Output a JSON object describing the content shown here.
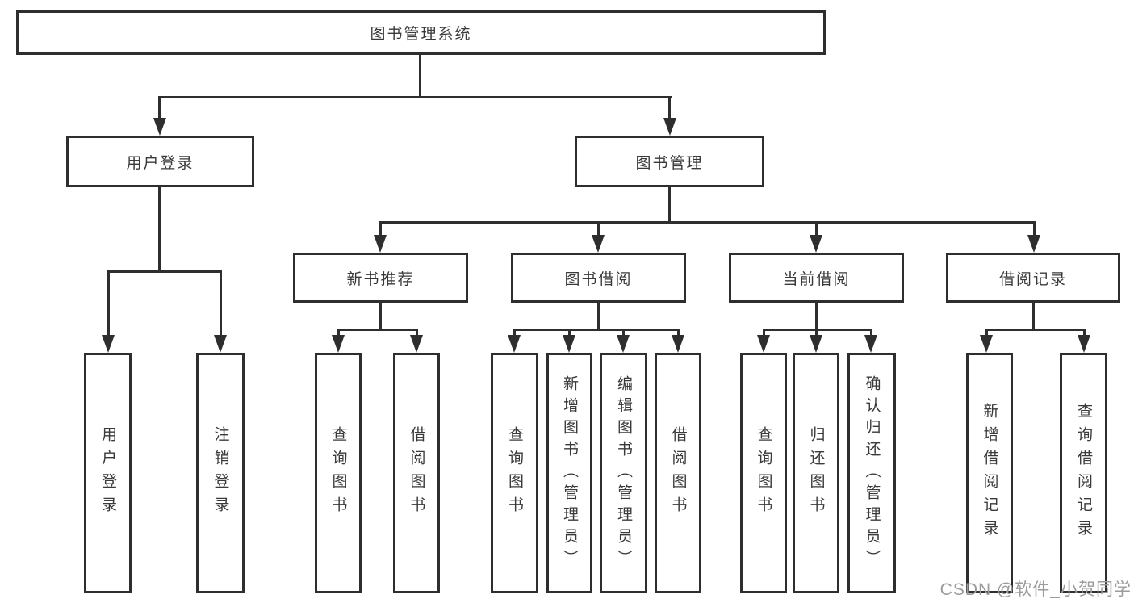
{
  "diagram": {
    "root": {
      "label": "图书管理系统"
    },
    "branches": [
      {
        "label": "用户登录",
        "leaves": [
          {
            "label": "用户登录"
          },
          {
            "label": "注销登录"
          }
        ]
      },
      {
        "label": "图书管理",
        "groups": [
          {
            "label": "新书推荐",
            "leaves": [
              {
                "label": "查询图书"
              },
              {
                "label": "借阅图书"
              }
            ]
          },
          {
            "label": "图书借阅",
            "leaves": [
              {
                "label": "查询图书"
              },
              {
                "label": "新增图书（管理员）"
              },
              {
                "label": "编辑图书（管理员）"
              },
              {
                "label": "借阅图书"
              }
            ]
          },
          {
            "label": "当前借阅",
            "leaves": [
              {
                "label": "查询图书"
              },
              {
                "label": "归还图书"
              },
              {
                "label": "确认归还（管理员）"
              }
            ]
          },
          {
            "label": "借阅记录",
            "leaves": [
              {
                "label": "新增借阅记录"
              },
              {
                "label": "查询借阅记录"
              }
            ]
          }
        ]
      }
    ]
  },
  "watermark": {
    "text": "CSDN @软件_小贺同学"
  },
  "colors": {
    "line": "#2e2e2e",
    "text": "#3a3a3a",
    "watermark": "#9b9b9b",
    "background": "#ffffff"
  }
}
